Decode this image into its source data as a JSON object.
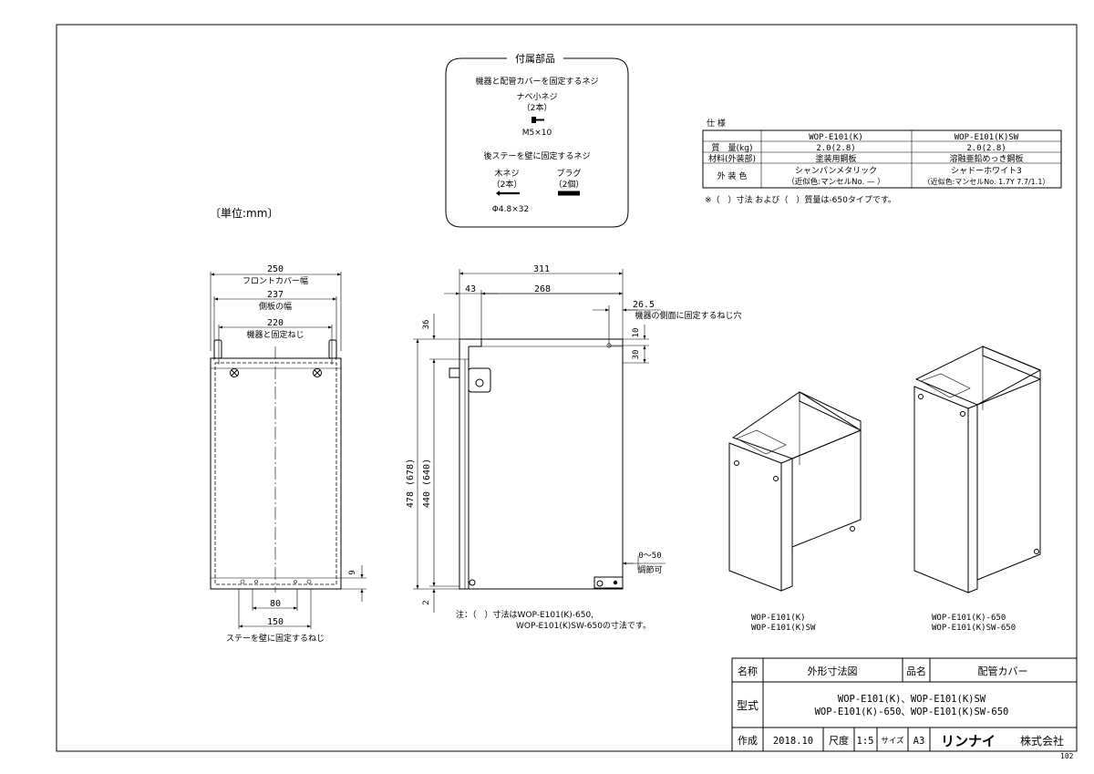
{
  "unit_note": "〔単位:mm〕",
  "accessories": {
    "title": "付属部品",
    "section1_title": "機器と配管カバーを固定するネジ",
    "screw1_name": "ナベ小ネジ",
    "screw1_qty": "（2本）",
    "screw1_size": "M5×10",
    "section2_title": "後ステーを壁に固定するネジ",
    "wood_screw_name": "木ネジ",
    "wood_screw_qty": "（2本）",
    "wood_screw_size": "Φ4.8×32",
    "plug_name": "プラグ",
    "plug_qty": "（2個）"
  },
  "spec": {
    "title": "仕 様",
    "col1": "WOP-E101(K)",
    "col2": "WOP-E101(K)SW",
    "rows": [
      {
        "label": "質　量(kg)",
        "v1": "2.0(2.8)",
        "v2": "2.0(2.8)"
      },
      {
        "label": "材料(外装部)",
        "v1": "塗装用鋼板",
        "v2": "溶融亜鉛めっき鋼板"
      },
      {
        "label": "外 装 色",
        "v1": "シャンパンメタリック",
        "v1b": "（近似色:マンセルNo. — ）",
        "v2": "シャドーホワイト3",
        "v2b": "（近似色:マンセルNo. 1.7Y 7.7/1.1）"
      }
    ],
    "note": "※（　）寸法 および（　）質量は-650タイプです。"
  },
  "front_view": {
    "d250": "250",
    "d250_label": "フロントカバー幅",
    "d237": "237",
    "d237_label": "側板の幅",
    "d220": "220",
    "d220_label": "機器と固定ねじ",
    "d9": "9",
    "d80": "80",
    "d150": "150",
    "bottom_label": "ステーを壁に固定するねじ"
  },
  "side_view": {
    "d311": "311",
    "d43": "43",
    "d268": "268",
    "d26_5": "26.5",
    "d26_5_label": "機器の側面に固定するねじ穴",
    "d10": "10",
    "d30": "30",
    "d36": "36",
    "d478": "478 (678)",
    "d440": "440 (640)",
    "d2": "2",
    "adjust": "0～50",
    "adjust_label": "調節可",
    "note1": "注：（　）寸法はWOP-E101(K)-650,",
    "note2": "WOP-E101(K)SW-650の寸法です。"
  },
  "iso_left": {
    "label1": "WOP-E101(K)",
    "label2": "WOP-E101(K)SW"
  },
  "iso_right": {
    "label1": "WOP-E101(K)-650",
    "label2": "WOP-E101(K)SW-650"
  },
  "title_block": {
    "name_label": "名称",
    "name_value": "外形寸法図",
    "item_label": "品名",
    "item_value": "配管カバー",
    "model_label": "型式",
    "model_line1": "WOP-E101(K)、WOP-E101(K)SW",
    "model_line2": "WOP-E101(K)-650、WOP-E101(K)SW-650",
    "made_label": "作成",
    "made_value": "2018.10",
    "scale_label": "尺度",
    "scale_value": "1:5",
    "size_label": "サイズ",
    "size_value": "A3",
    "company_brand": "リンナイ",
    "company_suffix": "株式会社",
    "sheet_no": "102"
  }
}
